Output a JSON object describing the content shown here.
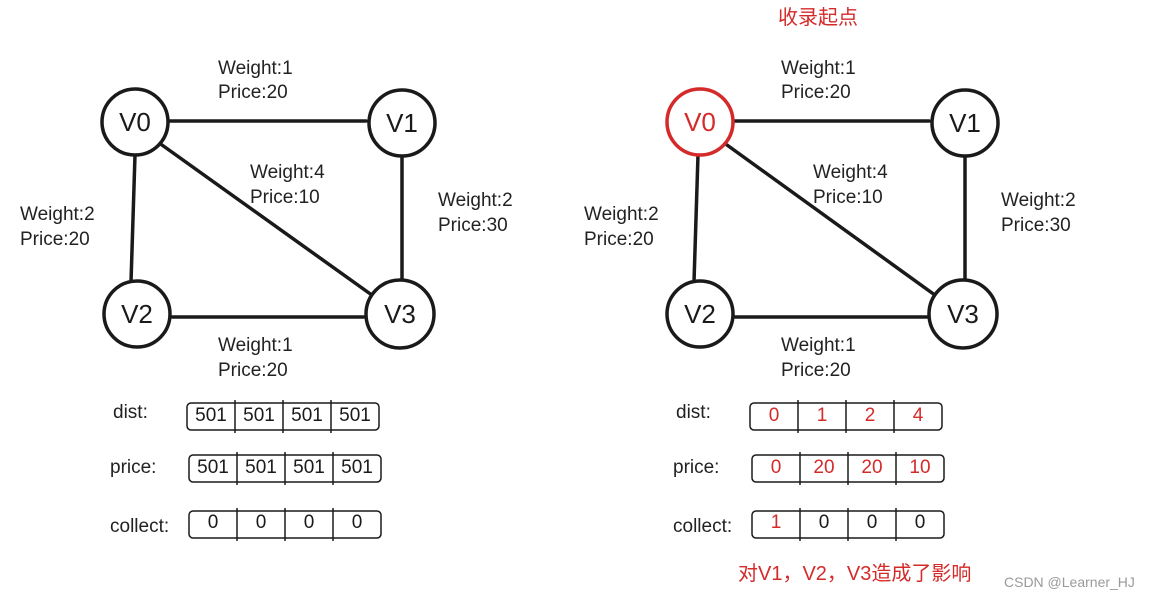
{
  "annotations": {
    "top_right": "收录起点",
    "bottom_right": "对V1，V2，V3造成了影响"
  },
  "watermark": "CSDN @Learner_HJ",
  "colors": {
    "ink": "#1a1a1a",
    "highlight": "#d42a2a"
  },
  "graph": {
    "nodes": [
      "V0",
      "V1",
      "V2",
      "V3"
    ],
    "edges": [
      {
        "from": "V0",
        "to": "V1",
        "weight": "Weight:1",
        "price": "Price:20"
      },
      {
        "from": "V0",
        "to": "V2",
        "weight": "Weight:2",
        "price": "Price:20"
      },
      {
        "from": "V0",
        "to": "V3",
        "weight": "Weight:4",
        "price": "Price:10"
      },
      {
        "from": "V1",
        "to": "V3",
        "weight": "Weight:2",
        "price": "Price:30"
      },
      {
        "from": "V2",
        "to": "V3",
        "weight": "Weight:1",
        "price": "Price:20"
      }
    ]
  },
  "left": {
    "highlighted_node": "",
    "rows": [
      {
        "label": "dist:",
        "values": [
          "501",
          "501",
          "501",
          "501"
        ],
        "highlight": [
          false,
          false,
          false,
          false
        ]
      },
      {
        "label": "price:",
        "values": [
          "501",
          "501",
          "501",
          "501"
        ],
        "highlight": [
          false,
          false,
          false,
          false
        ]
      },
      {
        "label": "collect:",
        "values": [
          "0",
          "0",
          "0",
          "0"
        ],
        "highlight": [
          false,
          false,
          false,
          false
        ]
      }
    ]
  },
  "right": {
    "highlighted_node": "V0",
    "rows": [
      {
        "label": "dist:",
        "values": [
          "0",
          "1",
          "2",
          "4"
        ],
        "highlight": [
          true,
          true,
          true,
          true
        ]
      },
      {
        "label": "price:",
        "values": [
          "0",
          "20",
          "20",
          "10"
        ],
        "highlight": [
          true,
          true,
          true,
          true
        ]
      },
      {
        "label": "collect:",
        "values": [
          "1",
          "0",
          "0",
          "0"
        ],
        "highlight": [
          true,
          false,
          false,
          false
        ]
      }
    ]
  }
}
